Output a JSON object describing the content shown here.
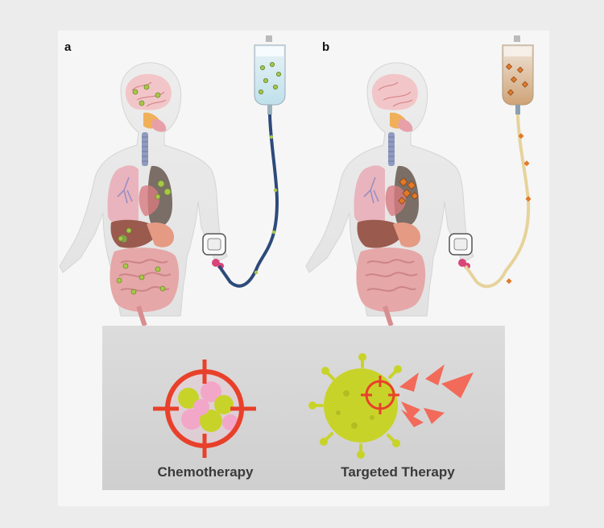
{
  "panels": {
    "a": {
      "label": "a"
    },
    "b": {
      "label": "b"
    }
  },
  "captions": {
    "chemotherapy": "Chemotherapy",
    "targeted_therapy": "Targeted Therapy"
  },
  "colors": {
    "chemo_drug": "#a8c74a",
    "targeted_drug": "#e07a2a",
    "crosshair": "#e8402a",
    "virus": "#c8d32a",
    "healthy_cell": "#f2a7c8",
    "iv_tube_a": "#2d4a7a",
    "iv_tube_b": "#e6d39b"
  },
  "icons": {
    "figure_a": "human-body-iv-chemotherapy",
    "figure_b": "human-body-iv-targeted",
    "target_a": "crosshair-target-icon",
    "target_b": "virus-target-icon"
  }
}
